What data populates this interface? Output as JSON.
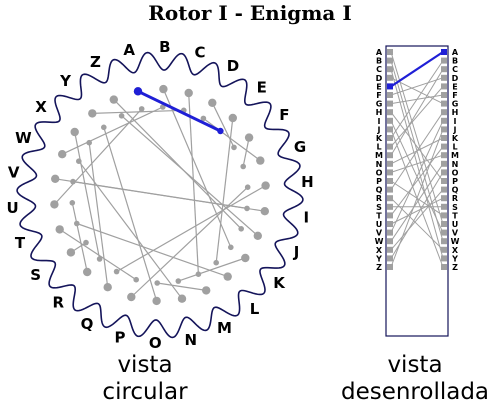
{
  "title": "Rotor I - Enigma I",
  "alphabet": [
    "A",
    "B",
    "C",
    "D",
    "E",
    "F",
    "G",
    "H",
    "I",
    "J",
    "K",
    "L",
    "M",
    "N",
    "O",
    "P",
    "Q",
    "R",
    "S",
    "T",
    "U",
    "V",
    "W",
    "X",
    "Y",
    "Z"
  ],
  "wiring": "EKMFLGDQVZNTOWYHXUSPAIBRCJ",
  "highlight": {
    "input": "A",
    "output": "E"
  },
  "colors": {
    "wire": "#a0a0a0",
    "highlight": "#1f1fd6",
    "outline": "#14145a",
    "contact": "#a0a0a0"
  },
  "captions": {
    "circular": [
      "vista",
      "circular"
    ],
    "unrolled": [
      "vista",
      "desenrollada"
    ]
  }
}
